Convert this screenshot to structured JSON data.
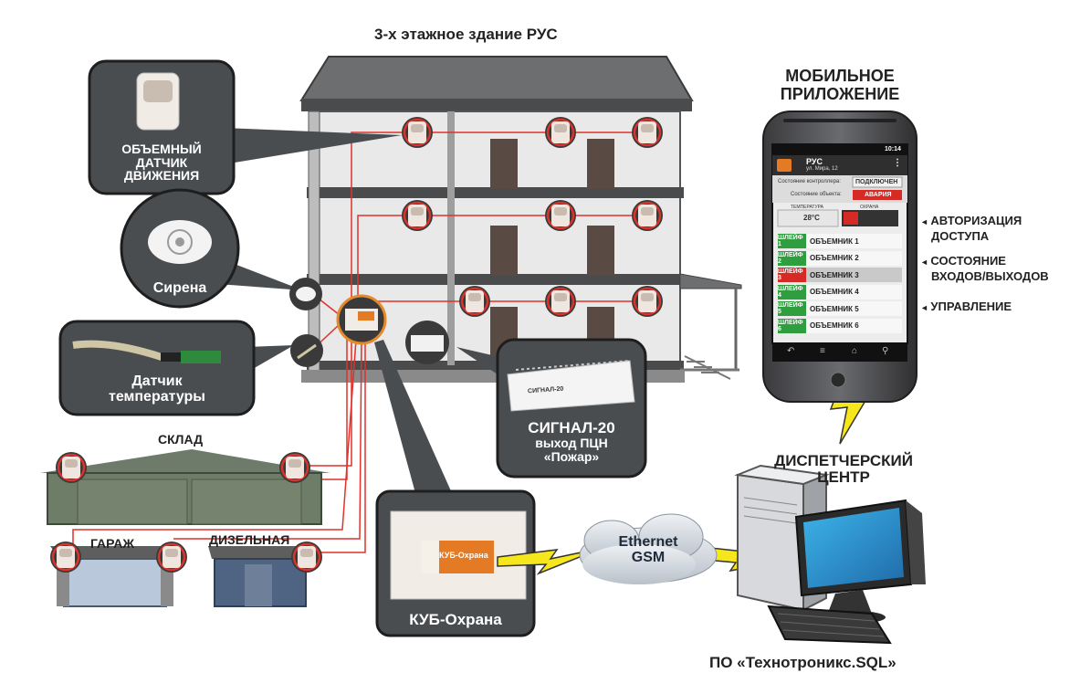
{
  "building": {
    "title": "3-х этажное здание РУС"
  },
  "callouts": {
    "motion_sensor": {
      "line1": "ОБЪЕМНЫЙ",
      "line2": "ДАТЧИК",
      "line3": "ДВИЖЕНИЯ"
    },
    "siren": "Сирена",
    "temp_sensor": {
      "line1": "Датчик",
      "line2": "температуры"
    },
    "signal20": {
      "line1": "СИГНАЛ-20",
      "line2": "выход ПЦН",
      "line3": "«Пожар»",
      "device_label": "СИГНАЛ-20"
    },
    "kub": {
      "caption": "КУБ-Охрана",
      "device_label": "КУБ-Охрана"
    }
  },
  "outbuildings": {
    "warehouse": "СКЛАД",
    "garage": "ГАРАЖ",
    "diesel": "ДИЗЕЛЬНАЯ"
  },
  "network": {
    "line1": "Ethernet",
    "line2": "GSM"
  },
  "dispatch": {
    "line1": "ДИСПЕТЧЕРСКИЙ",
    "line2": "ЦЕНТР"
  },
  "software": "ПО «Технотроникс.SQL»",
  "mobile": {
    "title_line1": "МОБИЛЬНОЕ",
    "title_line2": "ПРИЛОЖЕНИЕ",
    "status_time": "10:14",
    "app_name": "РУС",
    "address": "ул. Мира, 12",
    "controller_label": "Состояние контроллера:",
    "controller_value": "ПОДКЛЮЧЕН",
    "object_label": "Состояние объекта:",
    "object_value": "АВАРИЯ",
    "temp_header": "ТЕМПЕРАТУРА",
    "guard_header": "ОХРАНА",
    "temp_value": "28°C",
    "zones": [
      {
        "tag": "ШЛЕЙФ 1",
        "name": "ОБЪЕМНИК 1",
        "color": "#2e9e3e"
      },
      {
        "tag": "ШЛЕЙФ 2",
        "name": "ОБЪЕМНИК 2",
        "color": "#2e9e3e"
      },
      {
        "tag": "ШЛЕЙФ 3",
        "name": "ОБЪЕМНИК 3",
        "color": "#d62a24"
      },
      {
        "tag": "ШЛЕЙФ 4",
        "name": "ОБЪЕМНИК 4",
        "color": "#2e9e3e"
      },
      {
        "tag": "ШЛЕЙФ 5",
        "name": "ОБЪЕМНИК 5",
        "color": "#2e9e3e"
      },
      {
        "tag": "ШЛЕЙФ 6",
        "name": "ОБЪЕМНИК 6",
        "color": "#2e9e3e"
      }
    ]
  },
  "side_notes": {
    "auth": {
      "line1": "АВТОРИЗАЦИЯ",
      "line2": "ДОСТУПА"
    },
    "io": {
      "line1": "СОСТОЯНИЕ",
      "line2": "ВХОДОВ/ВЫХОДОВ"
    },
    "control": "УПРАВЛЕНИЕ"
  },
  "colors": {
    "wire": "#e0322a",
    "callout_bg": "#4a4d50",
    "lightning": "#f6e61c",
    "alarm": "#d62a24",
    "ok": "#2e9e3e"
  }
}
